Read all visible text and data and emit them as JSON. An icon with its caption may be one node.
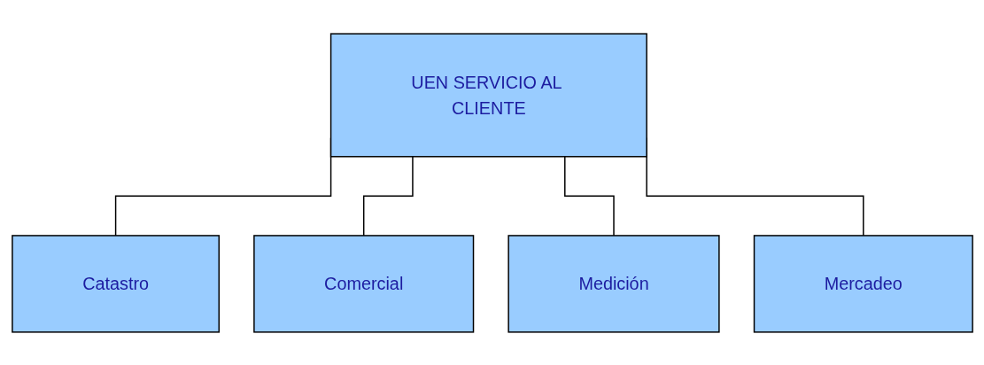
{
  "diagram": {
    "nodes": [
      {
        "text": [
          "UEN SERVICIO AL CLIENTE"
        ]
      },
      {
        "text": [
          "Catastro"
        ]
      },
      {
        "text": [
          "Comercial"
        ]
      },
      {
        "text": [
          "Medición"
        ]
      },
      {
        "text": [
          "Mercadeo"
        ]
      }
    ],
    "edges": [
      {
        "from": 0,
        "to": 1,
        "arrow": "none"
      },
      {
        "from": 0,
        "to": 2,
        "arrow": "none"
      },
      {
        "from": 0,
        "to": 3,
        "arrow": "none"
      },
      {
        "from": 0,
        "to": 4,
        "arrow": "none"
      }
    ]
  }
}
